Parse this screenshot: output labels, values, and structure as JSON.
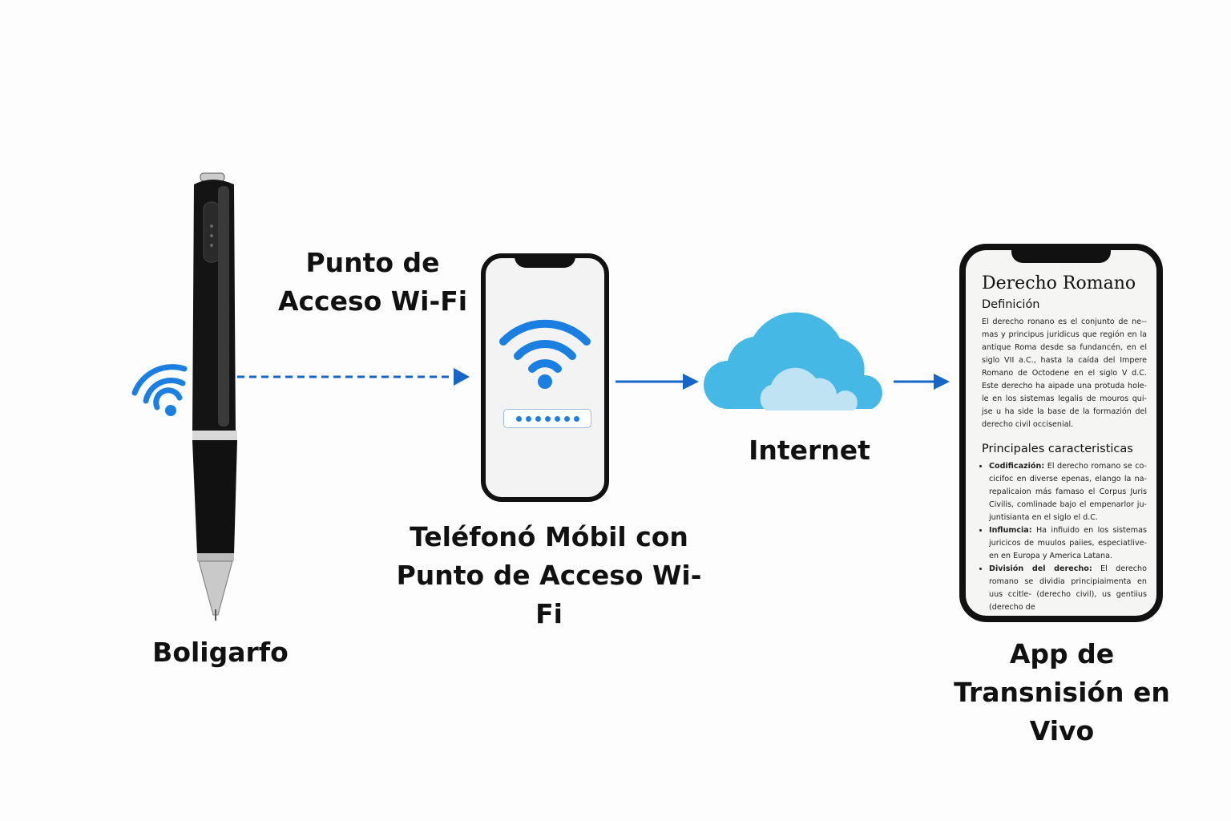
{
  "colors": {
    "accent": "#1a7fe0",
    "cloud": "#45b8e6",
    "cloud_inner": "#bfe3f3",
    "arrow": "#1566c8"
  },
  "labels": {
    "pen": "Boligarfo",
    "hotspot": [
      "Punto de",
      "Acceso Wi-Fi"
    ],
    "phone": [
      "Teléfonó Móbil con",
      "Punto de Acceso Wi-Fi"
    ],
    "internet": "Internet",
    "app": [
      "App de",
      "Transnisión en Vivo"
    ]
  },
  "icons": {
    "pen": "spy-pen-icon",
    "wifi": "wifi-icon",
    "cloud": "cloud-icon",
    "phone": "smartphone-icon"
  },
  "screen": {
    "title": "Derecho Romano",
    "h1": "Definición",
    "p1": "El derecho ronano es el conjunto de ne-- mas y principus juridicus que región en la antique Roma desde sa fundancén, en el siglo VII a.C., hasta la caída del Impere Romano de Octodene en el siglo V d.C. Este derecho ha aipade una protuda hole- le en los sistemas legalis de mouros qui- jse u ha side la base de la formazión del derecho civil occisenial.",
    "h2": "Principales caracteristicas",
    "items": [
      {
        "term": "Codificazión:",
        "text": " El derecho romano se co- cicifoc en diverse epenas, elango la na- repalicaion más famaso el Corpus Juris Civilis, comlinade bajo el empenarlor ju- juntisianta en el siglo el d.C."
      },
      {
        "term": "Influmcia:",
        "text": " Ha infiuido en los sistemas juricicos de muulos paiies, especiatlive- en en Europa y America Latana."
      },
      {
        "term": "División del derecho:",
        "text": " El derecho romano se dividia principiaimenta en uus ccitle- (derecho civil), us gentiius (derecho de"
      }
    ]
  }
}
